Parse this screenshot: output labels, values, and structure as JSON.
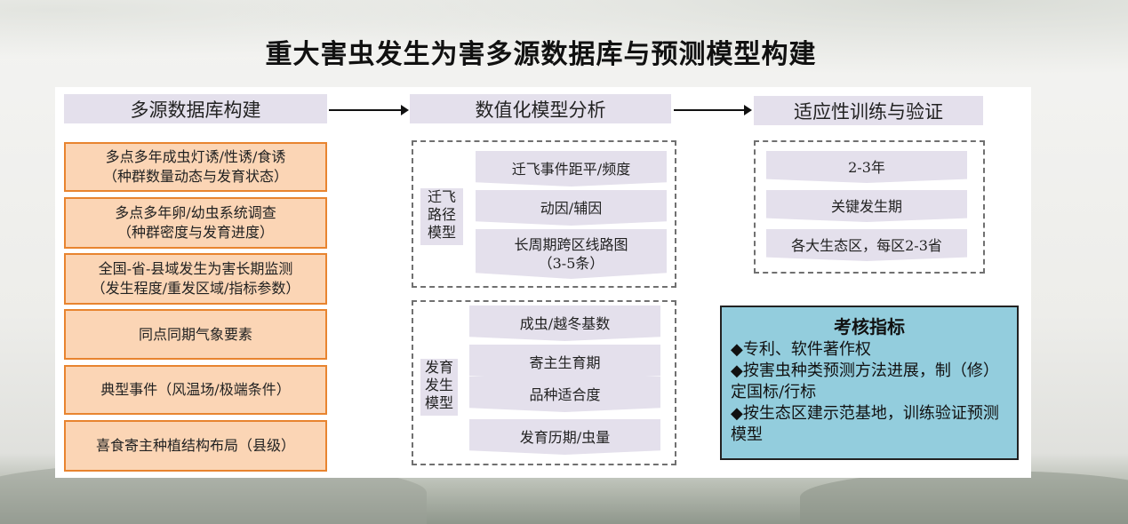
{
  "title": "重大害虫发生为害多源数据库与预测模型构建",
  "headers": {
    "col1": "多源数据库构建",
    "col2": "数值化模型分析",
    "col3": "适应性训练与验证"
  },
  "database_items": [
    {
      "line1": "多点多年成虫灯诱/性诱/食诱",
      "line2": "（种群数量动态与发育状态）"
    },
    {
      "line1": "多点多年卵/幼虫系统调查",
      "line2": "（种群密度与发育进度）"
    },
    {
      "line1": "全国-省-县域发生为害长期监测",
      "line2": "（发生程度/重发区域/指标参数）"
    },
    {
      "line1": "同点同期气象要素",
      "line2": ""
    },
    {
      "line1": "典型事件（风温场/极端条件）",
      "line2": ""
    },
    {
      "line1": "喜食寄主种植结构布局（县级）",
      "line2": ""
    }
  ],
  "migration_model": {
    "label": "迁飞\n路径\n模型",
    "items": [
      {
        "line1": "迁飞事件距平/频度",
        "line2": ""
      },
      {
        "line1": "动因/辅因",
        "line2": ""
      },
      {
        "line1": "长周期跨区线路图",
        "line2": "（3-5条）"
      }
    ]
  },
  "development_model": {
    "label": "发育\n发生\n模型",
    "items": [
      "成虫/越冬基数",
      "寄主生育期",
      "品种适合度",
      "发育历期/虫量"
    ]
  },
  "training_items": [
    "2-3年",
    "关键发生期",
    "各大生态区，每区2-3省"
  ],
  "kpi": {
    "title": "考核指标",
    "lines": [
      "◆专利、软件著作权",
      "◆按害虫种类预测方法进展，制（修）定国标/行标",
      "◆按生态区建示范基地，训练验证预测模型"
    ]
  }
}
